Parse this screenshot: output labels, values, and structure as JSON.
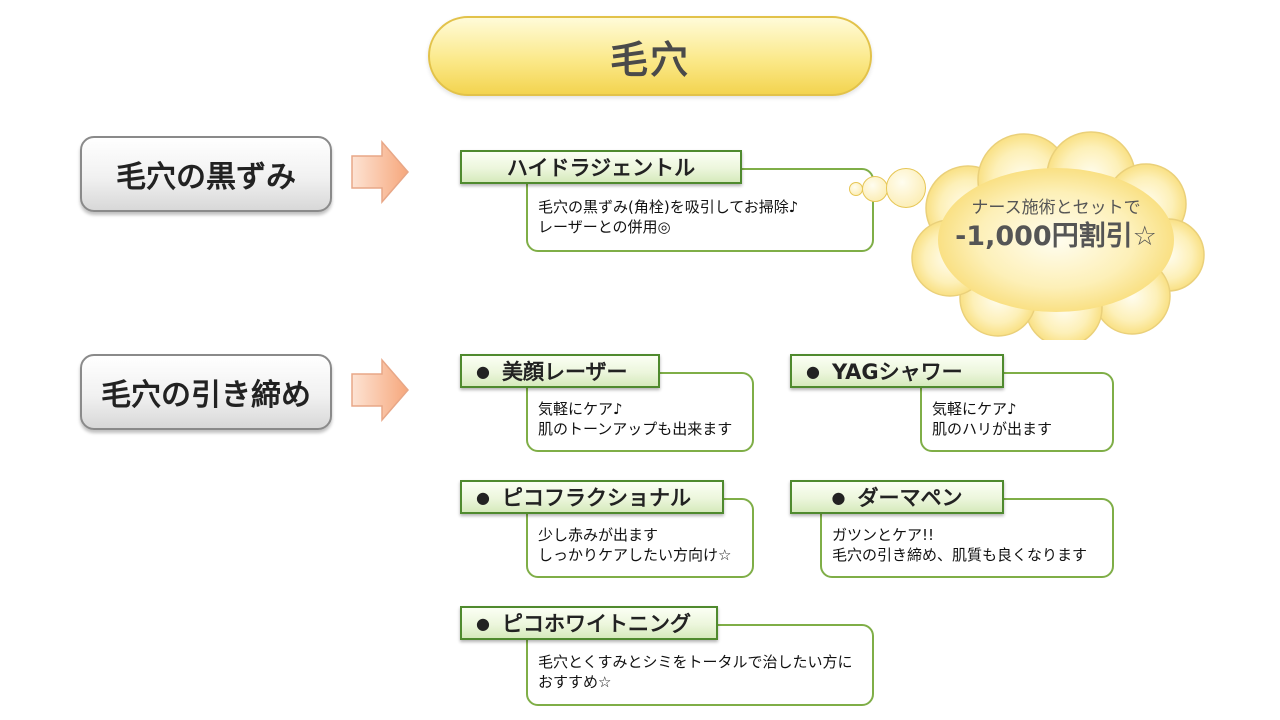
{
  "title": "毛穴",
  "categories": [
    {
      "label": "毛穴の黒ずみ"
    },
    {
      "label": "毛穴の引き締め"
    }
  ],
  "treatments": {
    "hydra": {
      "name": "ハイドラジェントル",
      "desc1": "毛穴の黒ずみ(角栓)を吸引してお掃除♪",
      "desc2": "レーザーとの併用◎"
    },
    "laser": {
      "bullet": "●",
      "name": "美顔レーザー",
      "desc1": "気軽にケア♪",
      "desc2": "肌のトーンアップも出来ます"
    },
    "yag": {
      "bullet": "●",
      "name": "YAGシャワー",
      "desc1": "気軽にケア♪",
      "desc2": "肌のハリが出ます"
    },
    "pico_fx": {
      "bullet": "●",
      "name": "ピコフラクショナル",
      "desc1": "少し赤みが出ます",
      "desc2": "しっかりケアしたい方向け☆"
    },
    "derma": {
      "bullet": "●",
      "name": "ダーマペン",
      "desc1": "ガツンとケア!!",
      "desc2": "毛穴の引き締め、肌質も良くなります"
    },
    "pico_white": {
      "bullet": "●",
      "name": "ピコホワイトニング",
      "desc1": "毛穴とくすみとシミをトータルで治したい方に",
      "desc2": "おすすめ☆"
    }
  },
  "promo": {
    "line1": "ナース施術とセットで",
    "line2": "-1,000円割引☆"
  },
  "colors": {
    "accent_green": "#7fae47",
    "tag_border": "#4f8a2e",
    "title_yellow": "#fbe98a",
    "arrow_orange": "#f6a77c"
  }
}
